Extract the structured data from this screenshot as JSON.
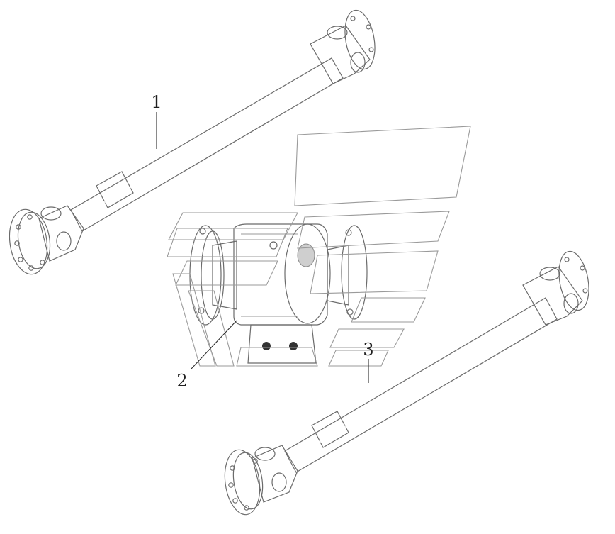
{
  "figure": {
    "callouts": [
      {
        "id": "1",
        "label": "1"
      },
      {
        "id": "2",
        "label": "2"
      },
      {
        "id": "3",
        "label": "3"
      }
    ],
    "colors": {
      "body_light": "#f2f2f2",
      "body_mid": "#d9d9d9",
      "body_dark": "#b3b3b3",
      "outline": "#6b6b6b",
      "hole": "#c8c8c8",
      "bolt": "#333333",
      "leader": "#2b2b2b"
    }
  }
}
